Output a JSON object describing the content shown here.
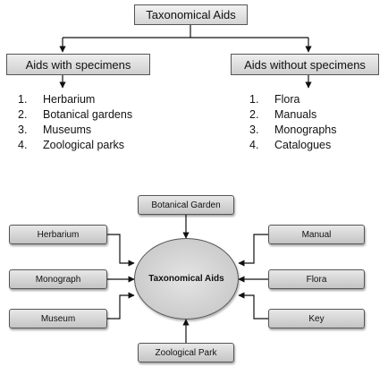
{
  "hierarchy": {
    "root": "Taxonomical Aids",
    "left": {
      "title": "Aids with specimens",
      "items": [
        "Herbarium",
        "Botanical gardens",
        "Museums",
        "Zoological parks"
      ]
    },
    "right": {
      "title": "Aids without specimens",
      "items": [
        "Flora",
        "Manuals",
        "Monographs",
        "Catalogues"
      ]
    }
  },
  "radial": {
    "center": "Taxonomical Aids",
    "top": "Botanical Garden",
    "bottom": "Zoological Park",
    "left": [
      "Herbarium",
      "Monograph",
      "Museum"
    ],
    "right": [
      "Manual",
      "Flora",
      "Key"
    ]
  }
}
